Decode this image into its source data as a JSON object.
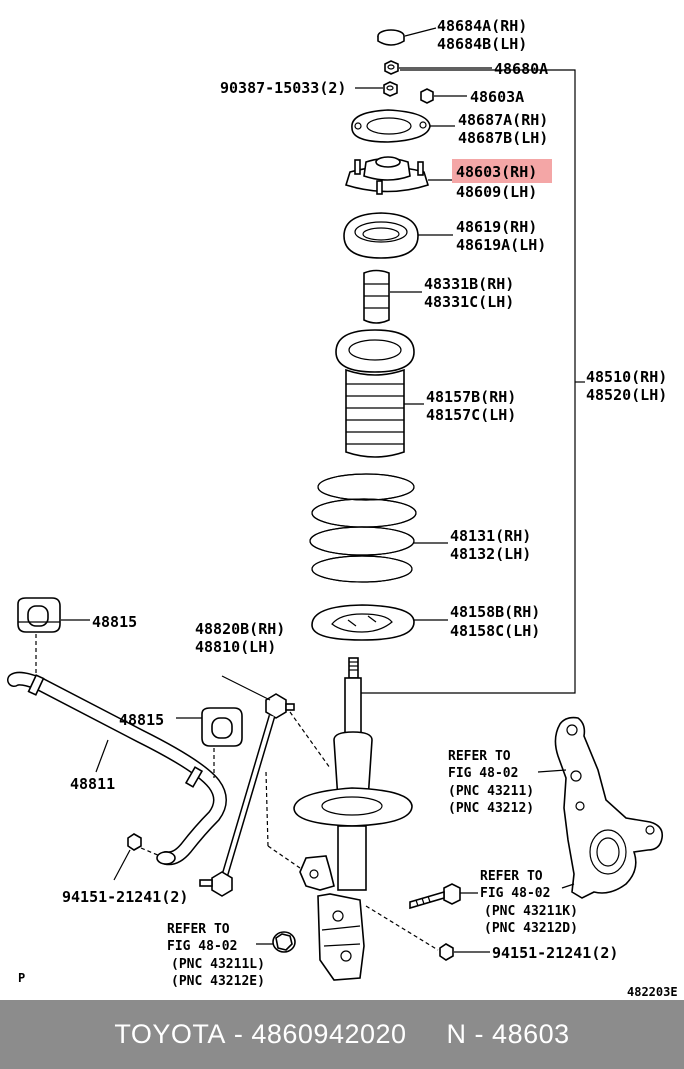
{
  "labels": {
    "p48684": [
      "48684A(RH)",
      "48684B(LH)"
    ],
    "p48680A": "48680A",
    "p90387": "90387-15033(2)",
    "p48603A": "48603A",
    "p48687": [
      "48687A(RH)",
      "48687B(LH)"
    ],
    "p48603": [
      "48603(RH)",
      "48609(LH)"
    ],
    "p48619": [
      "48619(RH)",
      "48619A(LH)"
    ],
    "p48331": [
      "48331B(RH)",
      "48331C(LH)"
    ],
    "p48510": [
      "48510(RH)",
      "48520(LH)"
    ],
    "p48157": [
      "48157B(RH)",
      "48157C(LH)"
    ],
    "p48131": [
      "48131(RH)",
      "48132(LH)"
    ],
    "p48158": [
      "48158B(RH)",
      "48158C(LH)"
    ],
    "p48815a": "48815",
    "p48815b": "48815",
    "p48820": [
      "48820B(RH)",
      "48810(LH)"
    ],
    "p48811": "48811",
    "p94151a": "94151-21241(2)",
    "p94151b": "94151-21241(2)",
    "ref1": [
      "REFER TO",
      "FIG 48-02",
      "(PNC 43211)",
      "(PNC 43212)"
    ],
    "ref2": [
      "REFER TO",
      "FIG 48-02",
      "(PNC 43211K)",
      "(PNC 43212D)"
    ],
    "ref3": [
      "REFER TO",
      "FIG 48-02",
      "(PNC 43211L)",
      "(PNC 43212E)"
    ],
    "corner_p": "P",
    "drawing_no": "482203E"
  },
  "highlight_color": "#f4a6a6",
  "footer": {
    "brand": "TOYOTA",
    "sep1": " - ",
    "part_number": "4860942020",
    "gap": "     ",
    "n_label": "N",
    "sep2": " - ",
    "pnc": "48603"
  }
}
